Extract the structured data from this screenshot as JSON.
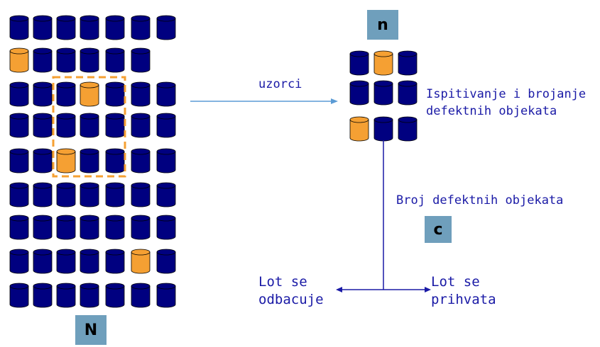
{
  "colors": {
    "normal": "#000080",
    "defect": "#f5a033",
    "line": "#5b9bd5",
    "box": "#6f9fbc",
    "text": "#1a1aa6"
  },
  "lot": {
    "label": "N",
    "rows": [
      "ddddddd",
      "Dddddd",
      "dddDddd",
      "ddddddd",
      "ddDdddd",
      "ddddddd",
      "ddddddd",
      "dddddDd",
      "ddddddd"
    ]
  },
  "sample": {
    "label": "n",
    "rows": [
      "dDd",
      "ddd",
      "Ddd"
    ]
  },
  "arrow_label": "uzorci",
  "inspect_label": "Ispitivanje i brojanje\ndefektnih objekata",
  "count_label": "Broj defektnih objekata",
  "count_box": "c",
  "reject_label": "Lot se\nodbacuje",
  "accept_label": "Lot se\nprihvata"
}
